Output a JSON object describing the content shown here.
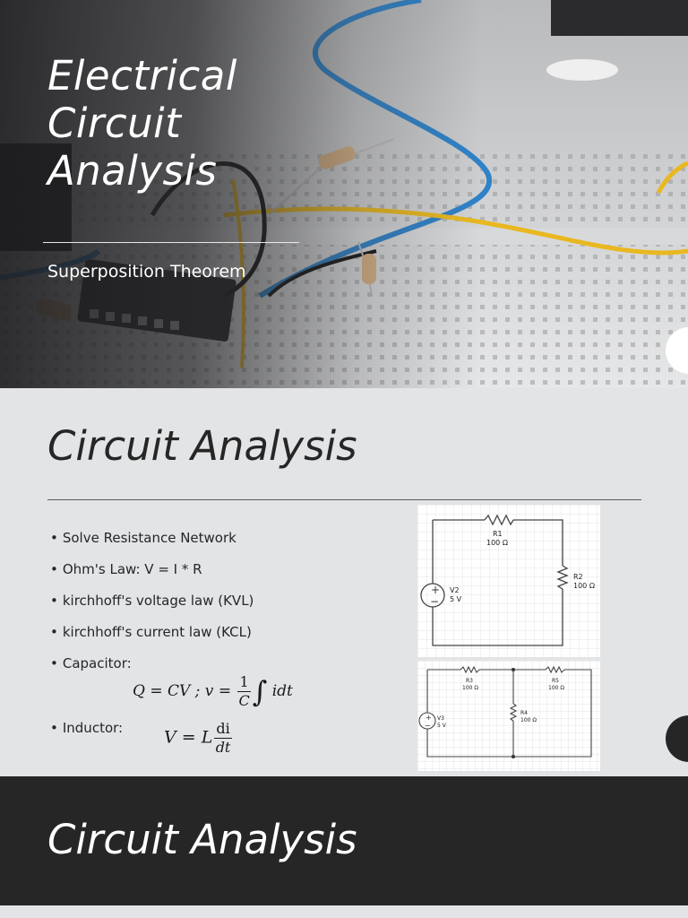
{
  "title_slide": {
    "title_lines": [
      "Electrical",
      "Circuit",
      "Analysis"
    ],
    "subtitle": "Superposition Theorem"
  },
  "content_slide": {
    "title": "Circuit Analysis",
    "bullets": [
      "Solve Resistance Network",
      "Ohm's Law: V = I * R",
      "kirchhoff's voltage law (KVL)",
      "kirchhoff's current law (KCL)",
      "Capacitor:",
      "Inductor:"
    ],
    "capacitor_formula": {
      "lhs": "Q = CV ; v = ",
      "frac_num": "1",
      "frac_den": "C",
      "rhs": "idt"
    },
    "inductor_formula": {
      "lhs": "V = L",
      "frac_num": "di",
      "frac_den": "dt"
    },
    "diagram_top": {
      "r1_name": "R1",
      "r1_value": "100 Ω",
      "r2_name": "R2",
      "r2_value": "100 Ω",
      "v2_name": "V2",
      "v2_value": "5 V"
    },
    "diagram_bottom": {
      "r3_name": "R3",
      "r3_value": "100 Ω",
      "r5_name": "R5",
      "r5_value": "100 Ω",
      "r4_name": "R4",
      "r4_value": "100 Ω",
      "v3_name": "V3",
      "v3_value": "5 V"
    }
  },
  "section_slide": {
    "title": "Circuit Analysis"
  },
  "colors": {
    "dark": "#262626",
    "light_bg": "#e3e4e6",
    "wire_blue": "#2f82c8",
    "wire_yellow": "#e9b820"
  }
}
